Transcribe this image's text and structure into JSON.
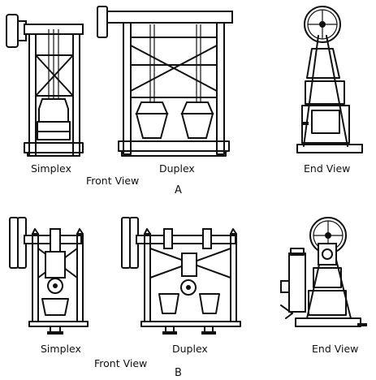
{
  "row_a": {
    "captions": {
      "simplex": "Simplex",
      "duplex": "Duplex",
      "end_view": "End View",
      "front_view": "Front View"
    },
    "letter": "A"
  },
  "row_b": {
    "captions": {
      "simplex": "Simplex",
      "duplex": "Duplex",
      "end_view": "End View",
      "front_view": "Front View"
    },
    "letter": "B"
  }
}
